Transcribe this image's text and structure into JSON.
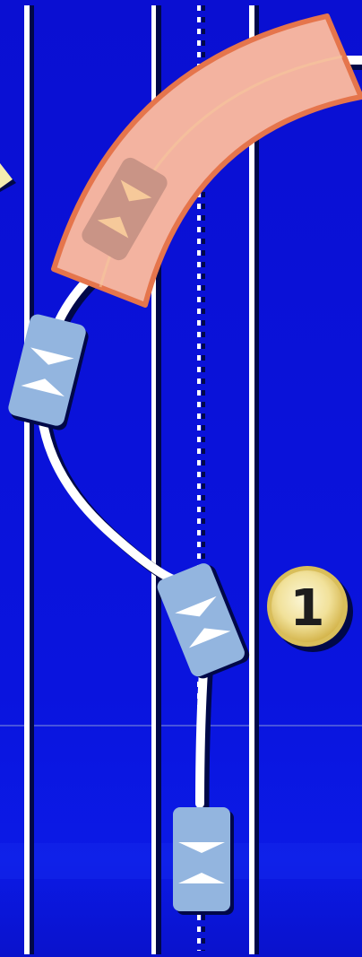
{
  "diagram": {
    "colors": {
      "background_top": "#0a10d6",
      "background_bottom": "#0b16e4",
      "lane_line": "#ffffff",
      "lane_shadow": "#000848",
      "path": "#ffffff",
      "vehicle_fill": "#93b5df",
      "arrow_fill": "#ffffff",
      "highlight_fill": "#f3b3a0",
      "highlight_stroke": "#e5754c",
      "highlight_vehicle": "#c99486",
      "highlight_arrow": "#f6c99a",
      "badge_fill": "#f1e19a",
      "badge_ring": "#d9be5a",
      "badge_text": "#1d1d1d",
      "warning_fill": "#f4ecb0"
    },
    "lane_lines": [
      "lane-line-left",
      "lane-line-center",
      "lane-line-right"
    ],
    "center_divider": "dotted-divider",
    "vehicles": [
      "vehicle-left-lane",
      "vehicle-merging",
      "vehicle-bottom"
    ],
    "highlighted_area": {
      "icon": "curved-zone-highlight",
      "vehicle": "ghost-vehicle-in-zone"
    },
    "step_badge": {
      "label": "1"
    }
  }
}
